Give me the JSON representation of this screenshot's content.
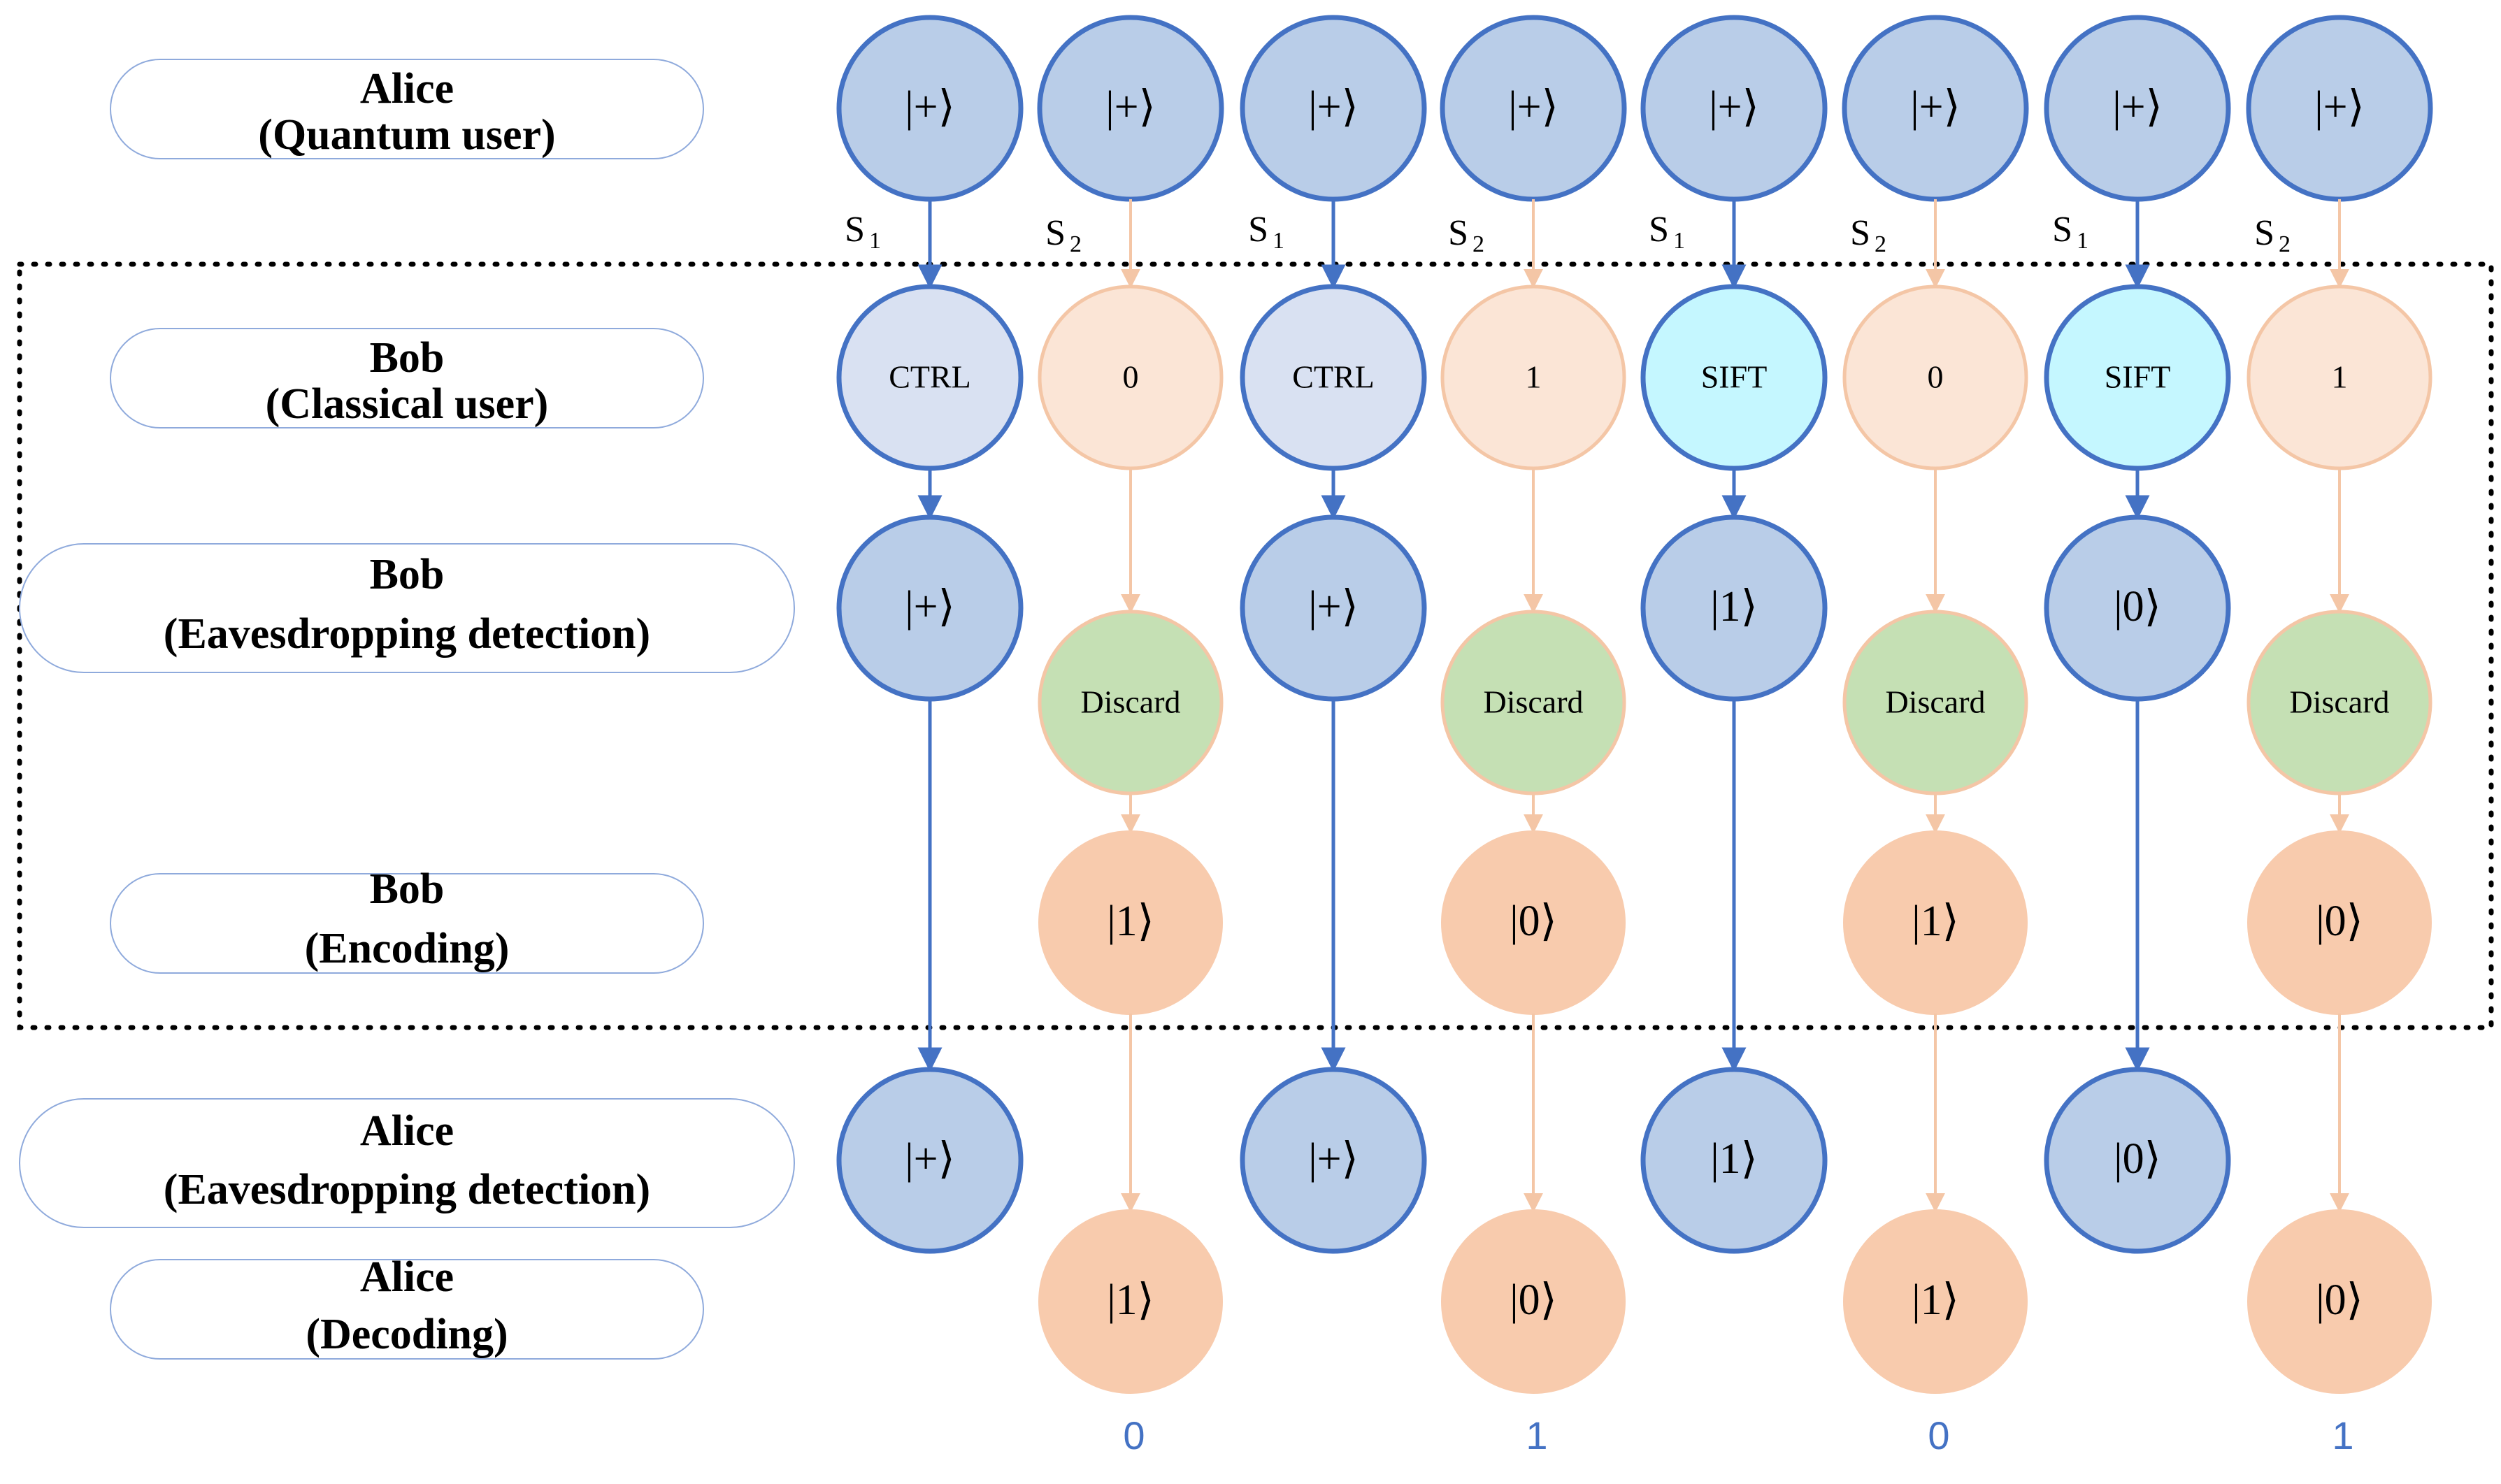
{
  "rows": [
    {
      "id": "alice-quantum",
      "line1": "Alice",
      "line2": "(Quantum user)"
    },
    {
      "id": "bob-classical",
      "line1": "Bob",
      "line2": "(Classical user)"
    },
    {
      "id": "bob-eavesdrop",
      "line1": "Bob",
      "line2": "(Eavesdropping detection)"
    },
    {
      "id": "bob-encoding",
      "line1": "Bob",
      "line2": "(Encoding)"
    },
    {
      "id": "alice-eavesdrop",
      "line1": "Alice",
      "line2": "(Eavesdropping detection)"
    },
    {
      "id": "alice-decoding",
      "line1": "Alice",
      "line2": "(Decoding)"
    }
  ],
  "sequence_labels": [
    "S1",
    "S2",
    "S1",
    "S2",
    "S1",
    "S2",
    "S1",
    "S2"
  ],
  "columns": [
    {
      "seq": "S1",
      "alice": "|+⟩",
      "bob_op": "CTRL",
      "bob_detect": "|+⟩",
      "alice_detect": "|+⟩"
    },
    {
      "seq": "S2",
      "alice": "|+⟩",
      "bob_op": "0",
      "discard": "Discard",
      "encode": "|1⟩",
      "decode": "|1⟩",
      "bit": "0"
    },
    {
      "seq": "S1",
      "alice": "|+⟩",
      "bob_op": "CTRL",
      "bob_detect": "|+⟩",
      "alice_detect": "|+⟩"
    },
    {
      "seq": "S2",
      "alice": "|+⟩",
      "bob_op": "1",
      "discard": "Discard",
      "encode": "|0⟩",
      "decode": "|0⟩",
      "bit": "1"
    },
    {
      "seq": "S1",
      "alice": "|+⟩",
      "bob_op": "SIFT",
      "bob_detect": "|1⟩",
      "alice_detect": "|1⟩"
    },
    {
      "seq": "S2",
      "alice": "|+⟩",
      "bob_op": "0",
      "discard": "Discard",
      "encode": "|1⟩",
      "decode": "|1⟩",
      "bit": "0"
    },
    {
      "seq": "S1",
      "alice": "|+⟩",
      "bob_op": "SIFT",
      "bob_detect": "|0⟩",
      "alice_detect": "|0⟩"
    },
    {
      "seq": "S2",
      "alice": "|+⟩",
      "bob_op": "1",
      "discard": "Discard",
      "encode": "|0⟩",
      "decode": "|0⟩",
      "bit": "1"
    }
  ],
  "colors": {
    "quantum_fill": "#b9cde8",
    "quantum_stroke": "#4472c4",
    "ctrl_fill": "#d9e1f2",
    "sift_fill": "#c5f7ff",
    "classical_fill": "#fbe5d6",
    "classical_stroke": "#f4c6a6",
    "discard_fill": "#c5e0b4",
    "encode_fill": "#f8cbad",
    "arrow_blue": "#4472c4",
    "arrow_orange": "#f4c6a6",
    "label_border": "#8faadc",
    "bit_color": "#4472c4"
  }
}
